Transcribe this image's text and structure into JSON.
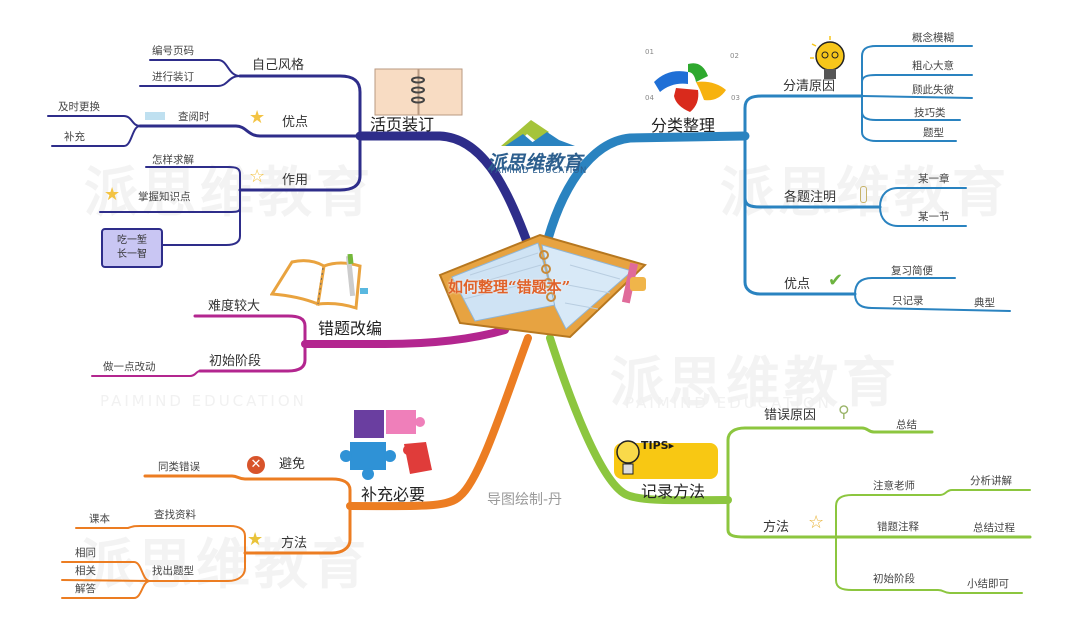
{
  "center": {
    "title": "如何整理“错题本”",
    "icon": "open-planner-notebook-icon"
  },
  "brand": {
    "name": "派思维教育",
    "subtitle": "PAIMIND EDUCATION",
    "colors": {
      "green": "#a5c43a",
      "blue": "#2d5f8e"
    }
  },
  "credit": "导图绘制-丹",
  "watermark": {
    "text": "派思维教育",
    "sub": "PAIMIND EDUCATION"
  },
  "branches": {
    "huoye": {
      "label": "活页装订",
      "color": "#2e2d8a",
      "icon": "ring-binder-icon",
      "children": {
        "style": {
          "label": "自己风格",
          "children": [
            "编号页码",
            "进行装订"
          ]
        },
        "advantage": {
          "label": "优点",
          "icon": "star-filled-icon",
          "child": "查阅时",
          "child_icon": "card-icon",
          "grandchildren": [
            "及时更换",
            "补充"
          ]
        },
        "use": {
          "label": "作用",
          "icon": "star-outline-icon",
          "children": [
            "怎样求解",
            "掌握知识点"
          ],
          "child_icon": "star-filled-icon",
          "box": "吃一堑\n长一智"
        }
      }
    },
    "fenlei": {
      "label": "分类整理",
      "color": "#2a83c0",
      "icon": "colorful-arrows-cycle-icon",
      "cycle_numbers": [
        "01",
        "02",
        "03",
        "04"
      ],
      "children": {
        "reason": {
          "label": "分清原因",
          "icon": "lightbulb-thinking-icon",
          "children": [
            "概念模糊",
            "粗心大意",
            "顾此失彼",
            "技巧类",
            "题型"
          ]
        },
        "note": {
          "label": "各题注明",
          "icon": "paperclip-icon",
          "children": [
            "某一章",
            "某一节"
          ]
        },
        "advantage": {
          "label": "优点",
          "icon": "checkmark-icon",
          "children": [
            "复习简便",
            "只记录"
          ],
          "grandchild": "典型"
        }
      }
    },
    "gaibian": {
      "label": "错题改编",
      "color": "#b3268f",
      "icon": "open-notebook-pen-icon",
      "children": [
        "难度较大",
        "初始阶段"
      ],
      "grandchild": "做一点改动"
    },
    "buchong": {
      "label": "补充必要",
      "color": "#ec7d22",
      "icon": "puzzle-pieces-icon",
      "children": {
        "avoid": {
          "label": "避免",
          "icon": "x-circle-icon",
          "child": "同类错误"
        },
        "method": {
          "label": "方法",
          "icon": "star-filled-icon",
          "children": [
            "查找资料",
            "找出题型"
          ],
          "ziliao_child": "课本",
          "tixing_children": [
            "相同",
            "相关",
            "解答"
          ]
        }
      }
    },
    "jilu": {
      "label": "记录方法",
      "color": "#8cc63f",
      "icon": "tips-lightbulb-icon",
      "tips": "TIPS▸",
      "children": {
        "reason": {
          "label": "错误原因",
          "icon": "magnifier-icon",
          "child": "总结"
        },
        "method": {
          "label": "方法",
          "icon": "star-outline-icon",
          "children": [
            {
              "label": "注意老师",
              "child": "分析讲解"
            },
            {
              "label": "错题注释",
              "child": "总结过程"
            },
            {
              "label": "初始阶段",
              "child": "小结即可"
            }
          ]
        }
      }
    }
  }
}
